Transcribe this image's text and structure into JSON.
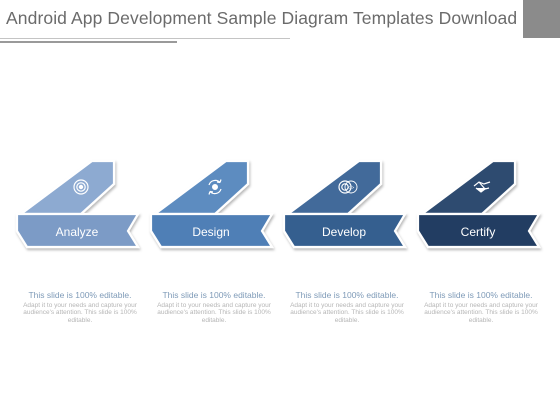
{
  "title": "Android App Development Sample Diagram Templates Download",
  "colors": {
    "title_text": "#6b6b6b",
    "corner_box": "#8b8b8b",
    "description_heading": "#7f9bb8",
    "description_body": "#b6b6b6"
  },
  "stages": [
    {
      "label": "Analyze",
      "icon": "target-icon",
      "color": "#7b9bc6",
      "color_top": "#8daad1",
      "description_heading": "This slide is 100% editable.",
      "description_body": "Adapt it to your needs and capture your audience's attention. This slide is 100% editable."
    },
    {
      "label": "Design",
      "icon": "refresh-gear-icon",
      "color": "#4f7fb6",
      "color_top": "#5d8cc0",
      "description_heading": "This slide is 100% editable.",
      "description_body": "Adapt it to your needs and capture your audience's attention. This slide is 100% editable."
    },
    {
      "label": "Develop",
      "icon": "code-gear-icon",
      "color": "#365f8f",
      "color_top": "#426b9a",
      "description_heading": "This slide is 100% editable.",
      "description_body": "Adapt it to your needs and capture your audience's attention. This slide is 100% editable."
    },
    {
      "label": "Certify",
      "icon": "handshake-icon",
      "color": "#233e62",
      "color_top": "#2e4b70",
      "description_heading": "This slide is 100% editable.",
      "description_body": "Adapt it to your needs and capture your audience's attention. This slide is 100% editable."
    }
  ]
}
